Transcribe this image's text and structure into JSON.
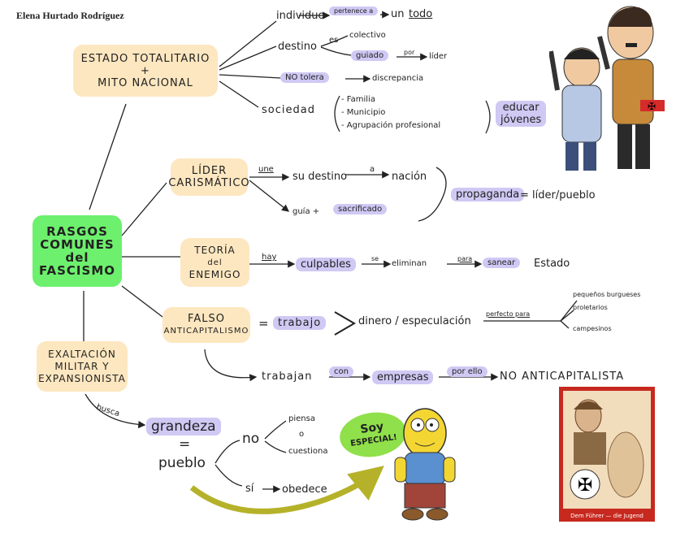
{
  "author": "Elena Hurtado Rodríguez",
  "center": {
    "lines": [
      "RASGOS",
      "COMUNES",
      "del",
      "FASCISMO"
    ]
  },
  "estado": {
    "title_lines": [
      "ESTADO TOTALITARIO",
      "+",
      "MITO NACIONAL"
    ],
    "individuo": "individuo",
    "pertenece_a": "pertenece a",
    "un": "un",
    "todo": "todo",
    "destino": "destino",
    "es": "es",
    "colectivo": "colectivo",
    "guiado": "guiado",
    "por": "por",
    "lider": "líder",
    "no_tolera": "NO tolera",
    "discrepancia": "discrepancia",
    "sociedad": "sociedad",
    "sociedad_items": [
      "- Familia",
      "- Municipio",
      "- Agrupación profesional"
    ],
    "educar_lines": [
      "educar",
      "jóvenes"
    ]
  },
  "lider": {
    "title_lines": [
      "LÍDER",
      "CARISMÁTICO"
    ],
    "une": "une",
    "su_destino": "su destino",
    "a": "a",
    "nacion": "nación",
    "guia": "guía +",
    "sacrificado": "sacrificado",
    "propaganda": "propaganda",
    "equals_lider_pueblo": "= líder/pueblo"
  },
  "teoria": {
    "title_lines": [
      "TEORÍA",
      "del",
      "ENEMIGO"
    ],
    "hay": "hay",
    "culpables": "culpables",
    "se": "se",
    "eliminan": "eliminan",
    "para": "para",
    "sanear": "sanear",
    "estado": "Estado"
  },
  "falso": {
    "title_lines": [
      "FALSO",
      "ANTICAPITALISMO"
    ],
    "equals": "=",
    "trabajo": "trabajo",
    "dinero_especulacion": "dinero / especulación",
    "perfecto_para": "perfecto para",
    "groups": [
      "pequeños burgueses",
      "proletarios",
      "campesinos"
    ],
    "trabajan": "trabajan",
    "con": "con",
    "empresas": "empresas",
    "por_ello": "por ello",
    "no_anticapitalista": "NO ANTICAPITALISTA"
  },
  "exaltacion": {
    "title_lines": [
      "EXALTACIÓN",
      "MILITAR Y",
      "EXPANSIONISTA"
    ],
    "busca": "busca",
    "grandeza": "grandeza",
    "equals": "=",
    "pueblo": "pueblo",
    "no": "no",
    "piensa": "piensa",
    "o": "o",
    "cuestiona": "cuestiona",
    "si": "sí",
    "obedece": "obedece"
  },
  "bubble_lines": [
    "Soy",
    "ESPECIAL!"
  ],
  "poster_text": "Dem Führer — die Jugend",
  "colors": {
    "box": "#fde7c0",
    "center": "#6df06d",
    "highlight": "#cfc9f4",
    "bubble": "#8fe04a",
    "arrow": "#b5b22a"
  }
}
